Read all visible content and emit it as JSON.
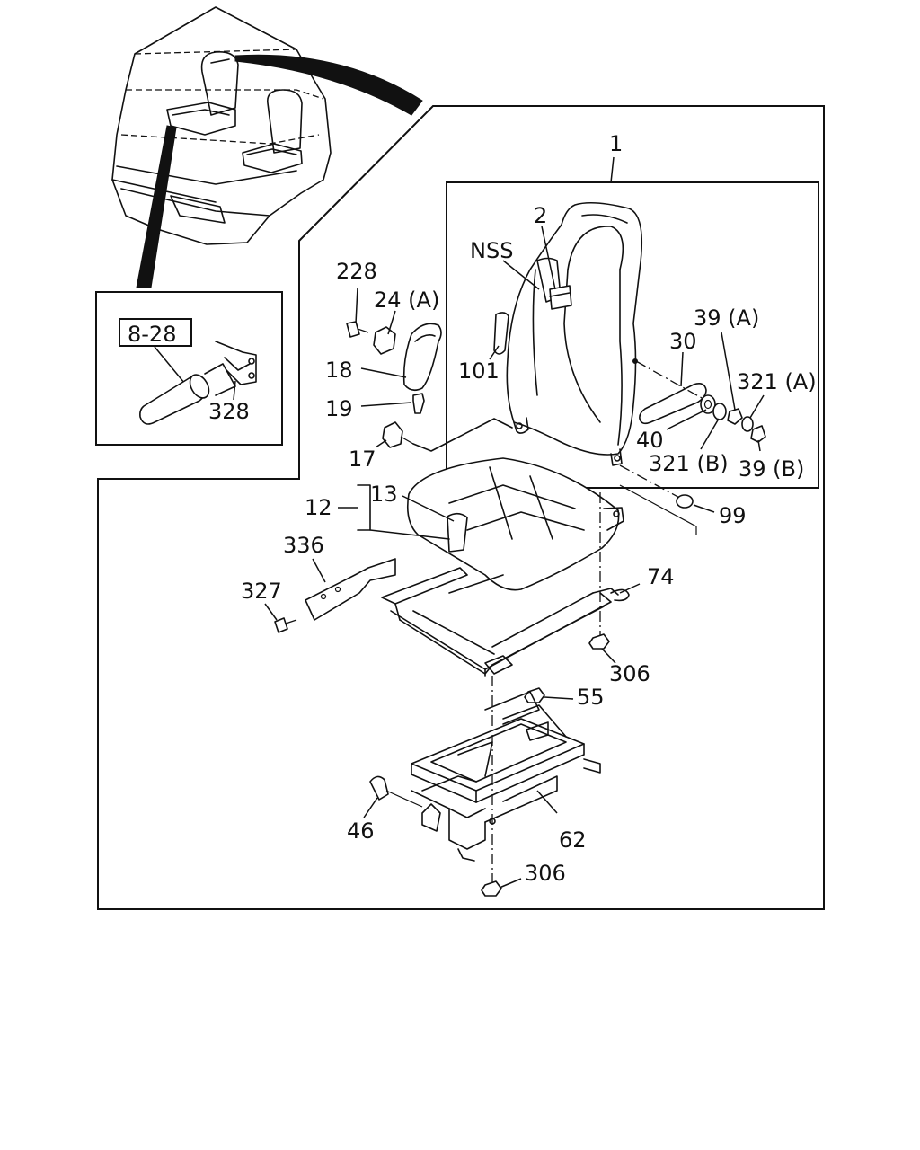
{
  "diagram": {
    "callouts": [
      {
        "id": "1",
        "text": "1"
      },
      {
        "id": "2",
        "text": "2"
      },
      {
        "id": "nss",
        "text": "NSS"
      },
      {
        "id": "101",
        "text": "101"
      },
      {
        "id": "30",
        "text": "30"
      },
      {
        "id": "39a",
        "text": "39 (A)"
      },
      {
        "id": "321a",
        "text": "321 (A)"
      },
      {
        "id": "40",
        "text": "40"
      },
      {
        "id": "321b",
        "text": "321 (B)"
      },
      {
        "id": "39b",
        "text": "39 (B)"
      },
      {
        "id": "99",
        "text": "99"
      },
      {
        "id": "228",
        "text": "228"
      },
      {
        "id": "24a",
        "text": "24 (A)"
      },
      {
        "id": "18",
        "text": "18"
      },
      {
        "id": "19",
        "text": "19"
      },
      {
        "id": "17",
        "text": "17"
      },
      {
        "id": "13",
        "text": "13"
      },
      {
        "id": "12",
        "text": "12"
      },
      {
        "id": "336",
        "text": "336"
      },
      {
        "id": "327",
        "text": "327"
      },
      {
        "id": "74",
        "text": "74"
      },
      {
        "id": "306a",
        "text": "306"
      },
      {
        "id": "55",
        "text": "55"
      },
      {
        "id": "46",
        "text": "46"
      },
      {
        "id": "62",
        "text": "62"
      },
      {
        "id": "306b",
        "text": "306"
      },
      {
        "id": "ref828",
        "text": "8-28"
      },
      {
        "id": "328",
        "text": "328"
      }
    ]
  }
}
